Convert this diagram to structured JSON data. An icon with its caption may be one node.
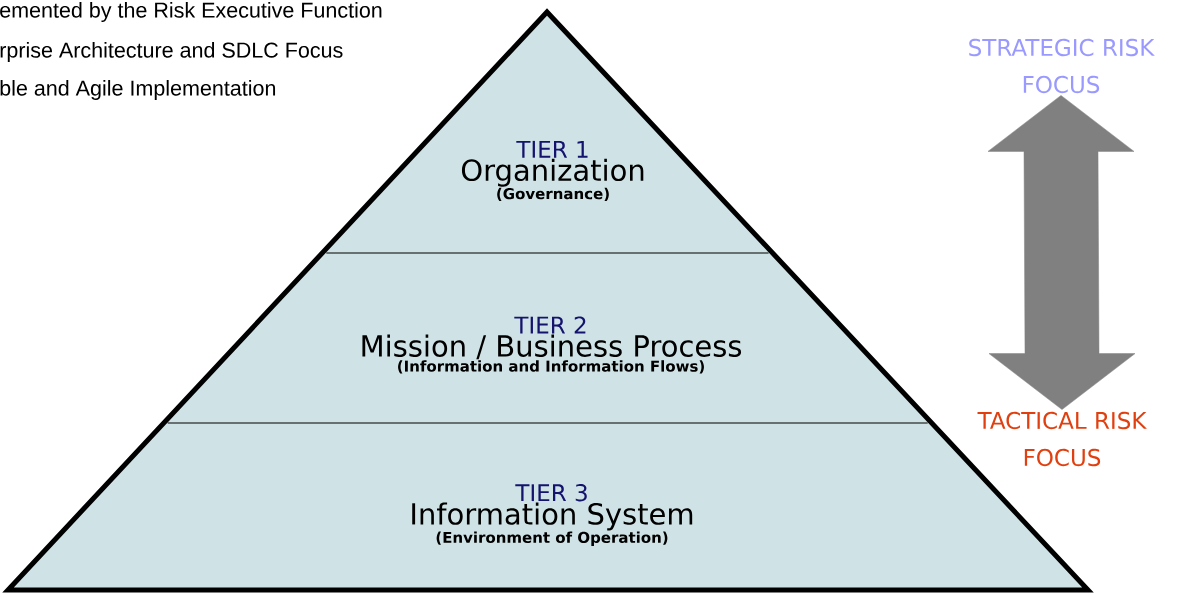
{
  "diagram": {
    "nodes": [
      {
        "text": [
          "TIER 1",
          "Organization",
          "(Governance)"
        ]
      },
      {
        "text": [
          "TIER 2",
          "Mission / Business Process",
          "(Information and Information Flows)"
        ]
      },
      {
        "text": [
          "TIER 3",
          "Information System",
          "(Environment of Operation)"
        ]
      },
      {
        "text": [
          "STRATEGIC RISK FOCUS"
        ]
      },
      {
        "text": [
          "TACTICAL RISK FOCUS"
        ]
      }
    ],
    "edges": [
      {
        "from": 3,
        "to": 4,
        "arrow": "both",
        "color": "#808080"
      }
    ],
    "labels": [
      "emented by the Risk Executive Function",
      "rprise Architecture and SDLC Focus",
      "ble and Agile Implementation"
    ]
  }
}
